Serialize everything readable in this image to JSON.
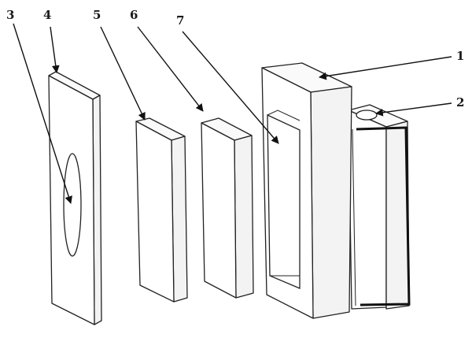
{
  "diagram": {
    "labels": {
      "l1": "1",
      "l2": "2",
      "l3": "3",
      "l4": "4",
      "l5": "5",
      "l6": "6",
      "l7": "7"
    }
  }
}
